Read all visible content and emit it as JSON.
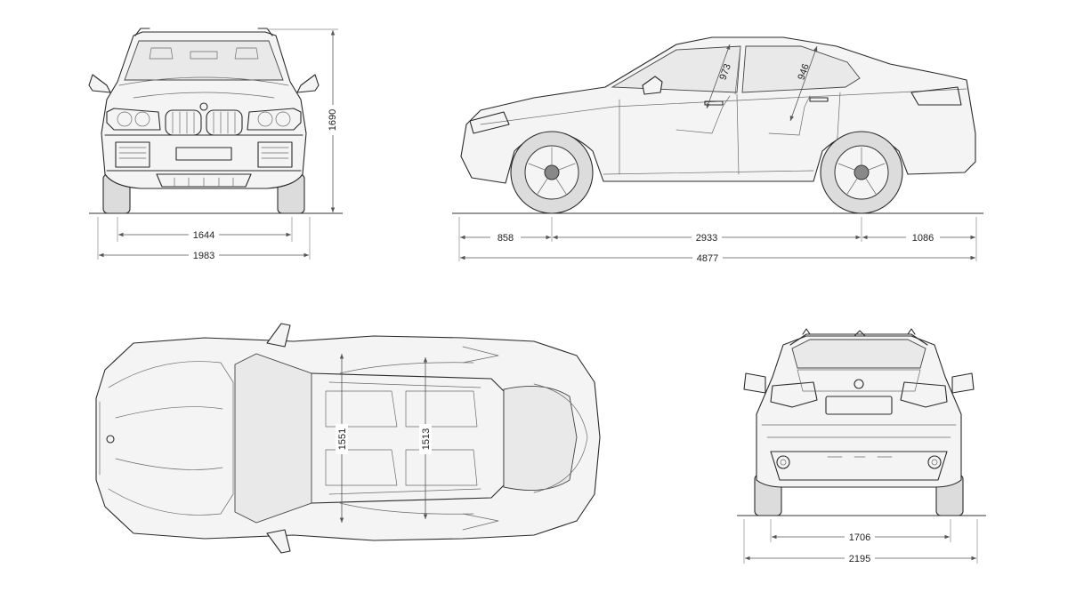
{
  "dimensions": {
    "front": {
      "track": "1644",
      "width": "1983",
      "height": "1690"
    },
    "side": {
      "front_overhang": "858",
      "wheelbase": "2933",
      "rear_overhang": "1086",
      "length": "4877",
      "front_headroom": "973",
      "rear_headroom": "946"
    },
    "top": {
      "front_elbow_width": "1551",
      "rear_elbow_width": "1513"
    },
    "rear": {
      "track": "1706",
      "width_mirrors": "2195"
    }
  }
}
